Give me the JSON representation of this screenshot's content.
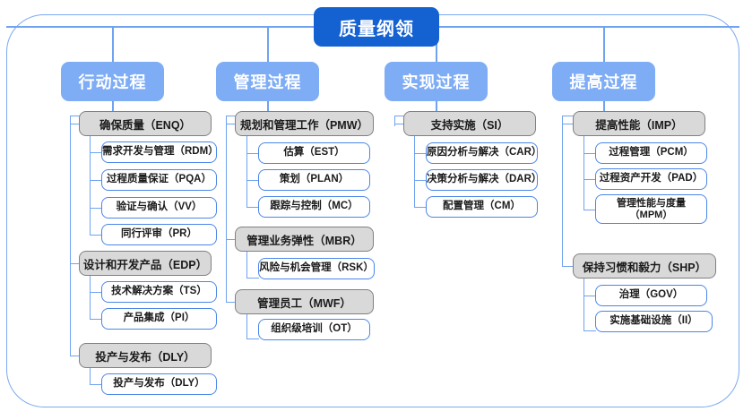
{
  "diagram": {
    "title": "质量纲领",
    "frame_color": "#7aa9f0",
    "title_color": "#1461d2",
    "column_head_color": "#7eacf5",
    "group_fill": "#d9d9d9",
    "leaf_border": "#4a86e8"
  },
  "columns": [
    {
      "id": "action",
      "label": "行动过程",
      "groups": [
        {
          "label": "确保质量（ENQ）",
          "children": [
            {
              "label": "需求开发与管理（RDM）"
            },
            {
              "label": "过程质量保证（PQA）"
            },
            {
              "label": "验证与确认（VV）"
            },
            {
              "label": "同行评审（PR）"
            }
          ]
        },
        {
          "label": "设计和开发产品（EDP）",
          "children": [
            {
              "label": "技术解决方案（TS）"
            },
            {
              "label": "产品集成（PI）"
            }
          ]
        },
        {
          "label": "投产与发布（DLY）",
          "children": [
            {
              "label": "投产与发布（DLY）"
            }
          ]
        }
      ]
    },
    {
      "id": "management",
      "label": "管理过程",
      "groups": [
        {
          "label": "规划和管理工作（PMW）",
          "children": [
            {
              "label": "估算（EST）"
            },
            {
              "label": "策划（PLAN）"
            },
            {
              "label": "跟踪与控制（MC）"
            }
          ]
        },
        {
          "label": "管理业务弹性（MBR）",
          "children": [
            {
              "label": "风险与机会管理（RSK）"
            }
          ]
        },
        {
          "label": "管理员工（MWF）",
          "children": [
            {
              "label": "组织级培训（OT）"
            }
          ]
        }
      ]
    },
    {
      "id": "realization",
      "label": "实现过程",
      "groups": [
        {
          "label": "支持实施（SI）",
          "children": [
            {
              "label": "原因分析与解决（CAR）"
            },
            {
              "label": "决策分析与解决（DAR）"
            },
            {
              "label": "配置管理（CM）"
            }
          ]
        }
      ]
    },
    {
      "id": "improvement",
      "label": "提高过程",
      "groups": [
        {
          "label": "提高性能（IMP）",
          "children": [
            {
              "label": "过程管理（PCM）"
            },
            {
              "label": "过程资产开发（PAD）"
            },
            {
              "label": "管理性能与度量\n（MPM）"
            }
          ]
        },
        {
          "label": "保持习惯和毅力（SHP）",
          "children": [
            {
              "label": "治理（GOV）"
            },
            {
              "label": "实施基础设施（II）"
            }
          ]
        }
      ]
    }
  ]
}
